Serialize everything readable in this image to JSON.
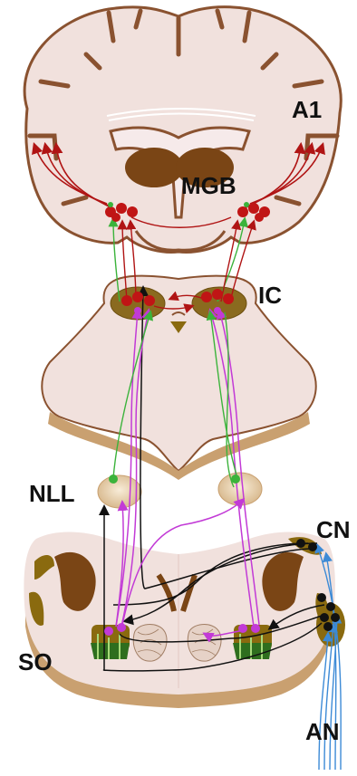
{
  "labels": {
    "a1": "A1",
    "mgb": "MGB",
    "ic": "IC",
    "nll": "NLL",
    "cn": "CN",
    "so": "SO",
    "an": "AN"
  },
  "colors": {
    "tissue": "#f1e1dd",
    "tissue_edge": "#8a5230",
    "nucleus_brown": "#7a4515",
    "nucleus_olive": "#8a6a0f",
    "so_green": "#2e6e1e",
    "pathway_red": "#b01414",
    "pathway_green": "#3bb33b",
    "pathway_magenta": "#c23ad6",
    "pathway_black": "#111111",
    "pathway_blue": "#3c8ad6"
  }
}
